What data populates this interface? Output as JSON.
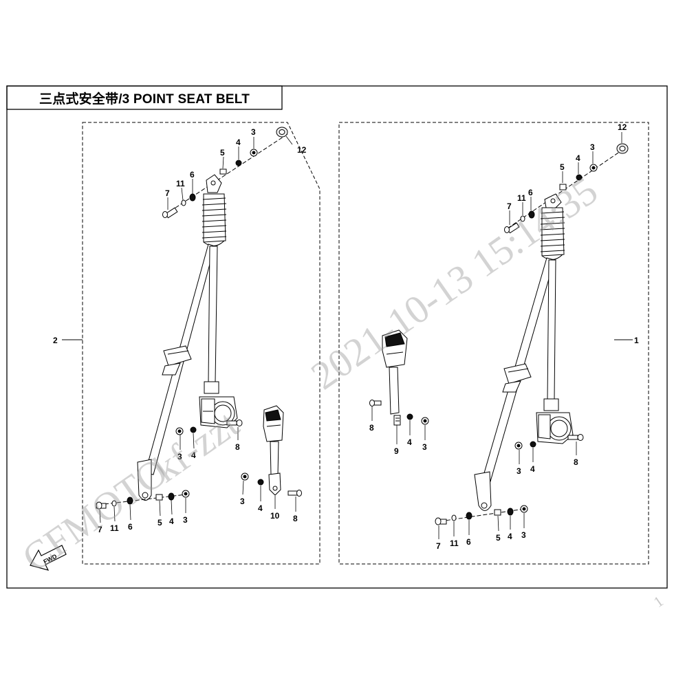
{
  "title": "三点式安全带/3 POINT SEAT BELT",
  "watermark": {
    "brand": "CFMOTO",
    "user": "kf-zzt",
    "datetime": "2021-10-13 15:14:35",
    "corner": "1"
  },
  "fwd_label": "FWD",
  "assemblies": [
    {
      "callout": "2",
      "panel": "left"
    },
    {
      "callout": "1",
      "panel": "right"
    }
  ],
  "left_callouts": {
    "c12": "12",
    "c3t": "3",
    "c4t": "4",
    "c5t": "5",
    "c6t": "6",
    "c11t": "11",
    "c7t": "7",
    "c3m": "3",
    "c4m": "4",
    "c8m": "8",
    "c7b": "7",
    "c11b": "11",
    "c6b": "6",
    "c5b": "5",
    "c4b": "4",
    "c3b": "3",
    "c3bk": "3",
    "c4bk": "4",
    "c10": "10",
    "c8bk": "8"
  },
  "right_callouts": {
    "c12": "12",
    "c3t": "3",
    "c4t": "4",
    "c5t": "5",
    "c6t": "6",
    "c11t": "11",
    "c7t": "7",
    "c8bk": "8",
    "c4bk": "4",
    "c3bk": "3",
    "c9": "9",
    "c3m": "3",
    "c4m": "4",
    "c8m": "8",
    "c7b": "7",
    "c11b": "11",
    "c6b": "6",
    "c5b": "5",
    "c4b": "4",
    "c3b": "3"
  }
}
